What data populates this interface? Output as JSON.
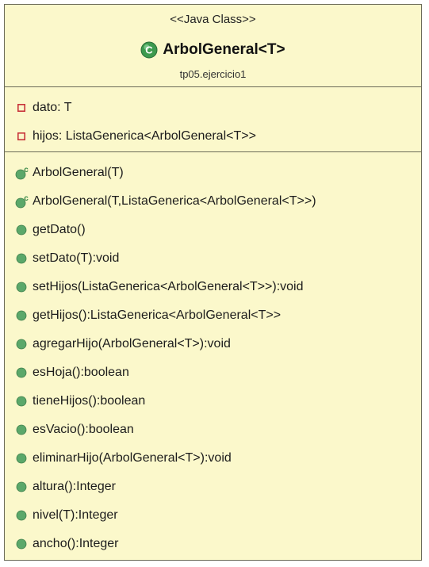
{
  "stereotype": "<<Java Class>>",
  "class_name": "ArbolGeneral<T>",
  "package": "tp05.ejercicio1",
  "fields": [
    {
      "text": "dato: T",
      "icon": "private-field-icon"
    },
    {
      "text": "hijos: ListaGenerica<ArbolGeneral<T>>",
      "icon": "private-field-icon"
    }
  ],
  "methods": [
    {
      "text": "ArbolGeneral(T)",
      "icon": "constructor-icon"
    },
    {
      "text": "ArbolGeneral(T,ListaGenerica<ArbolGeneral<T>>)",
      "icon": "constructor-icon"
    },
    {
      "text": "getDato()",
      "icon": "public-method-icon"
    },
    {
      "text": "setDato(T):void",
      "icon": "public-method-icon"
    },
    {
      "text": "setHijos(ListaGenerica<ArbolGeneral<T>>):void",
      "icon": "public-method-icon"
    },
    {
      "text": "getHijos():ListaGenerica<ArbolGeneral<T>>",
      "icon": "public-method-icon"
    },
    {
      "text": "agregarHijo(ArbolGeneral<T>):void",
      "icon": "public-method-icon"
    },
    {
      "text": "esHoja():boolean",
      "icon": "public-method-icon"
    },
    {
      "text": "tieneHijos():boolean",
      "icon": "public-method-icon"
    },
    {
      "text": "esVacio():boolean",
      "icon": "public-method-icon"
    },
    {
      "text": "eliminarHijo(ArbolGeneral<T>):void",
      "icon": "public-method-icon"
    },
    {
      "text": "altura():Integer",
      "icon": "public-method-icon"
    },
    {
      "text": "nivel(T):Integer",
      "icon": "public-method-icon"
    },
    {
      "text": "ancho():Integer",
      "icon": "public-method-icon"
    }
  ],
  "colors": {
    "background": "#fbf8cb",
    "border": "#6b6b58",
    "method_green": "#5ba86a",
    "field_red": "#c8343a",
    "class_icon_green": "#3d9a4e"
  }
}
